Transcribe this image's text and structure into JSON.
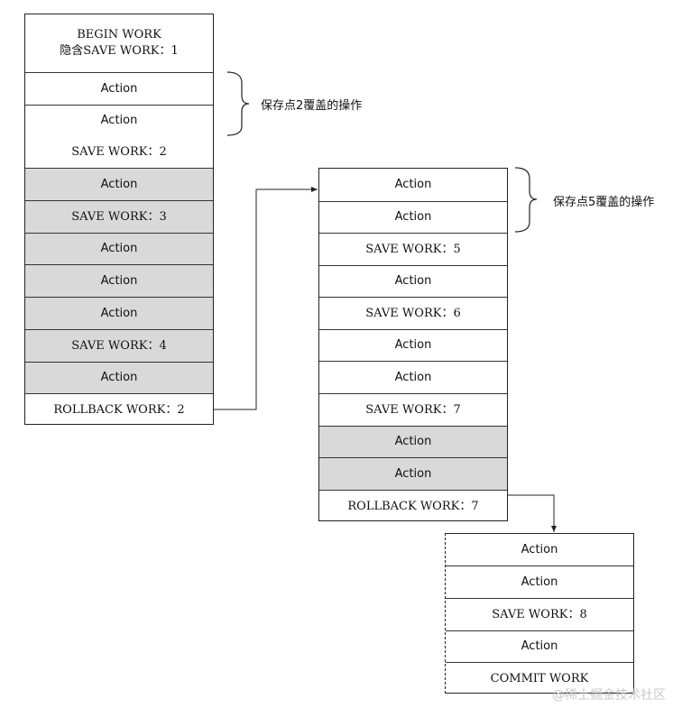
{
  "column1": {
    "begin_line1": "BEGIN WORK",
    "begin_line2": "隐含SAVE WORK：1",
    "rows": [
      {
        "label": "Action",
        "grey": false
      },
      {
        "label": "Action",
        "grey": false
      },
      {
        "label": "SAVE WORK：2",
        "grey": false
      },
      {
        "label": "Action",
        "grey": true
      },
      {
        "label": "SAVE WORK：3",
        "grey": true
      },
      {
        "label": "Action",
        "grey": true
      },
      {
        "label": "Action",
        "grey": true
      },
      {
        "label": "Action",
        "grey": true
      },
      {
        "label": "SAVE WORK：4",
        "grey": true
      },
      {
        "label": "Action",
        "grey": true
      },
      {
        "label": "ROLLBACK WORK：2",
        "grey": false
      }
    ]
  },
  "column2": {
    "rows": [
      {
        "label": "Action",
        "grey": false
      },
      {
        "label": "Action",
        "grey": false
      },
      {
        "label": "SAVE WORK：5",
        "grey": false
      },
      {
        "label": "Action",
        "grey": false
      },
      {
        "label": "SAVE WORK：6",
        "grey": false
      },
      {
        "label": "Action",
        "grey": false
      },
      {
        "label": "Action",
        "grey": false
      },
      {
        "label": "SAVE WORK：7",
        "grey": false
      },
      {
        "label": "Action",
        "grey": true
      },
      {
        "label": "Action",
        "grey": true
      },
      {
        "label": "ROLLBACK WORK：7",
        "grey": false
      }
    ]
  },
  "column3": {
    "rows": [
      {
        "label": "Action",
        "grey": false
      },
      {
        "label": "Action",
        "grey": false
      },
      {
        "label": "SAVE WORK：8",
        "grey": false
      },
      {
        "label": "Action",
        "grey": false
      },
      {
        "label": "COMMIT WORK",
        "grey": false
      }
    ]
  },
  "annotations": {
    "note1": "保存点2覆盖的操作",
    "note2": "保存点5覆盖的操作"
  },
  "watermark": "@稀土掘金技术社区",
  "colors": {
    "overwritten_fill": "#d9d9d9",
    "line": "#222222"
  }
}
